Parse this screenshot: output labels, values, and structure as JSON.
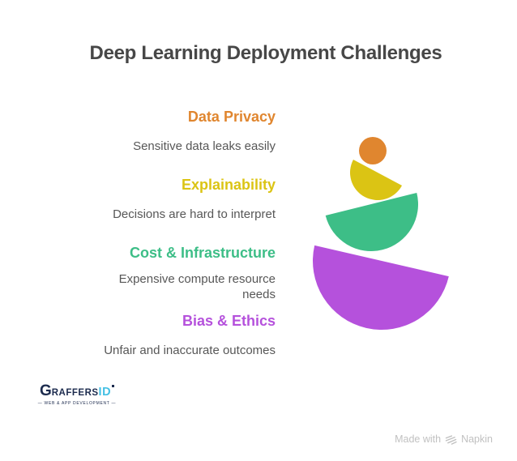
{
  "title": "Deep Learning Deployment Challenges",
  "items": [
    {
      "title": "Data Privacy",
      "description": "Sensitive data leaks easily",
      "color": "#E0862F"
    },
    {
      "title": "Explainability",
      "description": "Decisions are hard to interpret",
      "color": "#DBC414"
    },
    {
      "title": "Cost & Infrastructure",
      "description": "Expensive compute resource needs",
      "color": "#3DBE87"
    },
    {
      "title": "Bias & Ethics",
      "description": "Unfair and inaccurate outcomes",
      "color": "#B551DC"
    }
  ],
  "logo": {
    "brand_g": "G",
    "brand_rest": "RAFFERS",
    "brand_id": "ID",
    "tagline": "— WEB & APP DEVELOPMENT —",
    "navy": "#1C2B4E",
    "blue": "#44C0E4"
  },
  "credit": {
    "prefix": "Made with",
    "brand": "Napkin",
    "color": "#C1C1C1"
  },
  "title_color": "#474747",
  "body_text_color": "#575757"
}
